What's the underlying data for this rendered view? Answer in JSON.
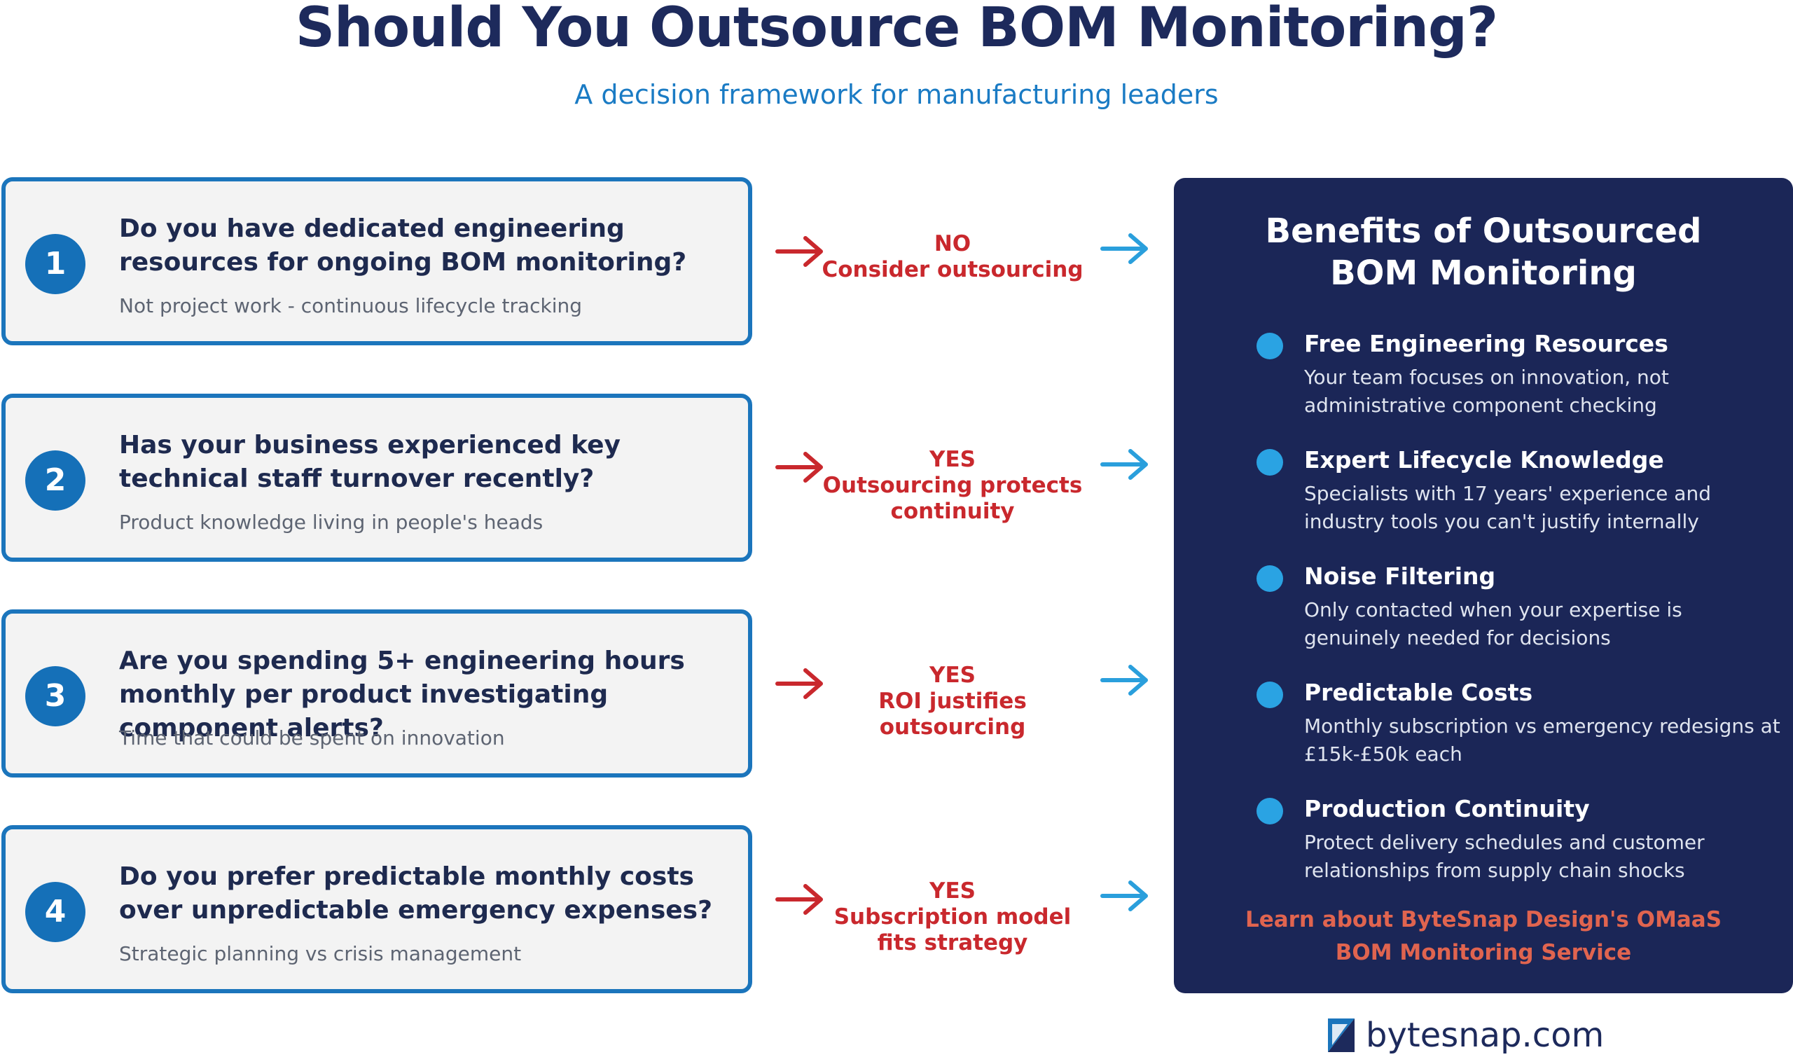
{
  "header": {
    "title": "Should You Outsource BOM Monitoring?",
    "subtitle": "A decision framework for manufacturing leaders"
  },
  "questions": [
    {
      "number": "1",
      "question": "Do you have dedicated engineering resources for ongoing BOM monitoring?",
      "note": "Not project work - continuous lifecycle tracking",
      "verdict": "NO\nConsider outsourcing"
    },
    {
      "number": "2",
      "question": "Has your business experienced key technical staff turnover recently?",
      "note": "Product knowledge living in people's heads",
      "verdict": "YES\nOutsourcing protects\ncontinuity"
    },
    {
      "number": "3",
      "question": "Are you spending 5+ engineering hours monthly per product investigating component alerts?",
      "note": "Time that could be spent on innovation",
      "verdict": "YES\nROI justifies\noutsourcing"
    },
    {
      "number": "4",
      "question": "Do you prefer predictable monthly costs over unpredictable emergency expenses?",
      "note": "Strategic planning vs crisis management",
      "verdict": "YES\nSubscription model\nfits strategy"
    }
  ],
  "benefits_panel": {
    "title": "Benefits of Outsourced\nBOM Monitoring",
    "items": [
      {
        "heading": "Free Engineering Resources",
        "description": "Your team focuses on innovation, not administrative component checking"
      },
      {
        "heading": "Expert Lifecycle Knowledge",
        "description": "Specialists with 17 years' experience and industry tools you can't justify internally"
      },
      {
        "heading": "Noise Filtering",
        "description": "Only contacted when your expertise is genuinely needed for decisions"
      },
      {
        "heading": "Predictable Costs",
        "description": "Monthly subscription vs emergency redesigns at £15k-£50k each"
      },
      {
        "heading": "Production Continuity",
        "description": "Protect delivery schedules and customer relationships from supply chain shocks"
      }
    ],
    "cta": "Learn about ByteSnap Design's OMaaS\nBOM Monitoring Service"
  },
  "footer": {
    "logo_text": "bytesnap.com"
  },
  "colors": {
    "navy": "#1b2657",
    "blue": "#1b75bc",
    "light_blue": "#2aa3e3",
    "red": "#c9282d",
    "orange": "#e0644f"
  },
  "icons": {
    "verdict_arrow": "arrow-right-icon",
    "link_arrow": "arrow-right-icon",
    "bullet": "circle-dot-icon",
    "logo": "bytesnap-logo-icon"
  }
}
